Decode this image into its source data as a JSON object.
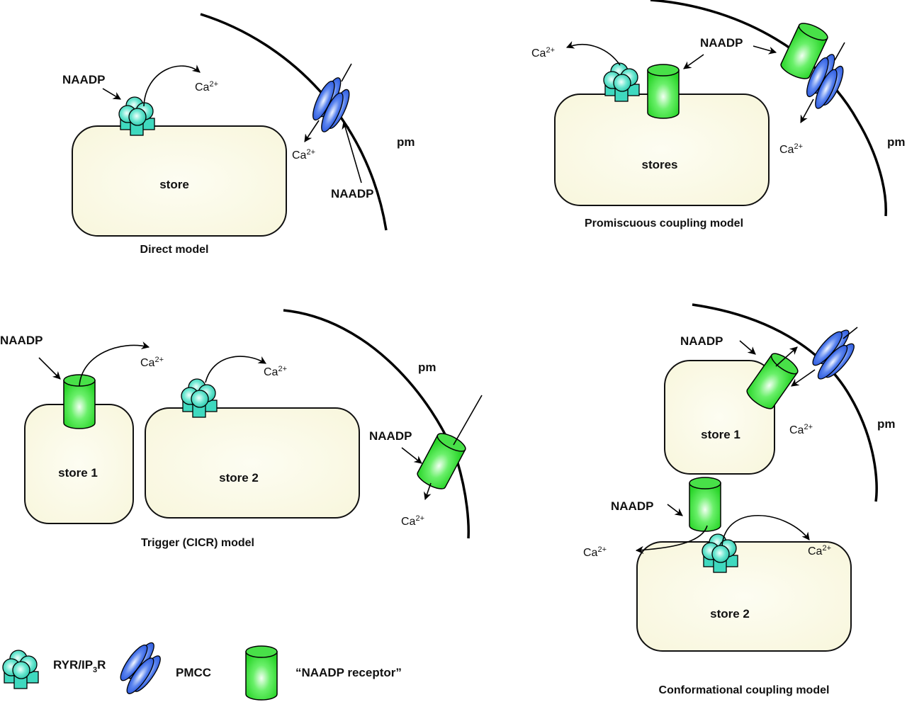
{
  "panels": {
    "direct": {
      "title": "Direct model",
      "store": "store",
      "naadp_labels": [
        "NAADP",
        "NAADP"
      ],
      "ca_labels": [
        "Ca",
        "Ca"
      ],
      "ca_charge": "2+",
      "pm": "pm"
    },
    "promiscuous": {
      "title": "Promiscuous coupling model",
      "store": "stores",
      "naadp_labels": [
        "NAADP"
      ],
      "ca_labels": [
        "Ca",
        "Ca"
      ],
      "ca_charge": "2+",
      "pm": "pm"
    },
    "trigger": {
      "title": "Trigger (CICR) model",
      "stores": [
        "store 1",
        "store 2"
      ],
      "naadp_labels": [
        "NAADP",
        "NAADP"
      ],
      "ca_labels": [
        "Ca",
        "Ca",
        "Ca"
      ],
      "ca_charge": "2+",
      "pm": "pm"
    },
    "conformational": {
      "title": "Conformational coupling model",
      "stores": [
        "store 1",
        "store 2"
      ],
      "naadp_labels": [
        "NAADP",
        "NAADP"
      ],
      "ca_labels": [
        "Ca",
        "Ca",
        "Ca"
      ],
      "ca_charge": "2+",
      "pm": "pm"
    }
  },
  "legend": {
    "ryr": {
      "label_main": "RYR/IP",
      "label_sub": "3",
      "label_end": "R",
      "icon": "ryr-ip3r-icon"
    },
    "pmcc": {
      "label": "PMCC",
      "icon": "pmcc-icon"
    },
    "naadp_receptor": {
      "label": "“NAADP receptor”",
      "icon": "naadp-receptor-icon"
    }
  },
  "colors": {
    "ryr": "#3fd9bf",
    "pmcc": "#1f55e0",
    "naadp_receptor": "#2ee02e",
    "store_fill": "#fbfbe8",
    "membrane": "#000000"
  }
}
